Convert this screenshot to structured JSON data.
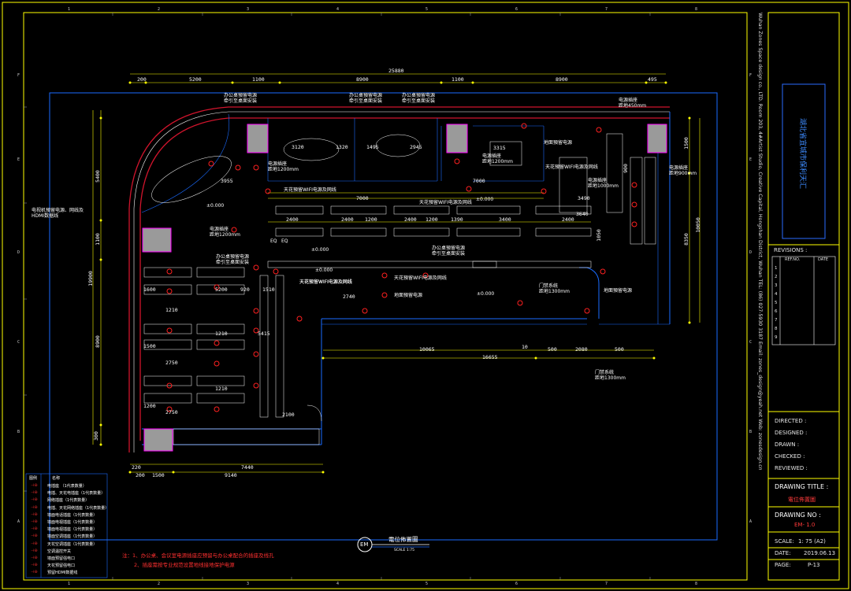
{
  "title_block": {
    "project_name": "湖北省宜城市保利天汇",
    "company_line": "Wuhan Zones Space design co., LTD.   Room 203, 4#Artist Studio, Creative Capital, Hongshan District, Wuhan   TEL: (86) 027-5930 3187   Email: zones_design@yeah.net   Web: zonesdesign.cn",
    "revisions_label": "REVISIONS :",
    "rev_headers": [
      "REF.NO.",
      "DATE"
    ],
    "rev_rows": [
      "1",
      "2",
      "3",
      "4",
      "5",
      "6",
      "7",
      "8",
      "9"
    ],
    "directed_label": "DIRECTED :",
    "designed_label": "DESIGNED :",
    "drawn_label": "DRAWN :",
    "checked_label": "CHECKED :",
    "reviewed_label": "REVIEWED :",
    "drawing_title_label": "DRAWING TITLE :",
    "drawing_title_value": "電位佈置圖",
    "drawing_no_label": "DRAWING NO :",
    "drawing_no_value": "EM- 1.0",
    "scale_label": "SCALE:",
    "scale_value": "1: 75  (A2)",
    "date_label": "DATE:",
    "date_value": "2019.06.13",
    "page_label": "PAGE:",
    "page_value": "P-13"
  },
  "drawing_tag": {
    "code": "EM",
    "name": "電位佈置圖",
    "scale": "SCALE 1:75"
  },
  "grid_numbers": [
    "1",
    "2",
    "3",
    "4",
    "5",
    "6",
    "7",
    "8"
  ],
  "grid_letters": [
    "F",
    "E",
    "D",
    "C",
    "B",
    "A"
  ],
  "dimensions_top": {
    "overall": "25880",
    "segments": [
      "200",
      "5200",
      "1100",
      "8900",
      "1100",
      "8900",
      "495"
    ]
  },
  "dimensions_bottom": {
    "row1": [
      "220",
      "7440"
    ],
    "row2": [
      "200",
      "1500",
      "9140"
    ]
  },
  "dimensions_left": [
    "5400",
    "1100",
    "8900",
    "19900",
    "300"
  ],
  "dimensions_right": [
    "1500",
    "10050",
    "8350",
    "900",
    "1050"
  ],
  "dimensions_interior": [
    "3120",
    "1320",
    "1495",
    "2945",
    "3315",
    "7000",
    "7000",
    "2400",
    "2400",
    "2400",
    "1200",
    "1390",
    "3400",
    "1200",
    "2400",
    "920",
    "1510",
    "2740",
    "10065",
    "16655",
    "10",
    "500",
    "2080",
    "500",
    "3490",
    "3640",
    "3955",
    "2100",
    "5415",
    "5200",
    "1210",
    "1210",
    "1210",
    "2750",
    "2750",
    "1600",
    "1500",
    "1200"
  ],
  "annotations": [
    "办公桌預留电源\n牵引至桌面安装",
    "办公桌預留电源\n牵引至桌面安装",
    "办公桌預留电源\n牵引至桌面安装",
    "电源插座\n距地450mm",
    "电源插座\n距地1200mm",
    "地面預留电源",
    "天花預留WIFI电源及网线",
    "电源插座\n距地1000mm",
    "电源插座\n距地900mm",
    "电视机預留电源、网线及\nHDMI数据线",
    "电源插座\n距地1200mm",
    "天花預留WIFI电源及网线",
    "电源插座\n距地1200mm",
    "天花預留WIFI电源及网线",
    "天花預留WIFI电源及网线",
    "办公桌預留电源\n牵引至桌面安装",
    "办公桌預留电源\n牵引至桌面安装",
    "天花預留WIFI电源及网线",
    "天花預留WIFI电源及网线",
    "地面預留电源",
    "门禁系统\n距地1300mm",
    "地面預留电源",
    "门禁系统\n距地1300mm",
    "±0.000",
    "±0.000",
    "±0.000",
    "±0.000",
    "±0.000",
    "EQ",
    "EQ"
  ],
  "legend": {
    "header": [
      "图例",
      "名称"
    ],
    "items": [
      "电插座 （1代表数量）",
      "电插、天花电插座（1代表数量）",
      "网络插座（1代表数量）",
      "电插、天花网络插座（1代表数量）",
      "墙面电话插座（1代表数量）",
      "墙面电视插座（1代表数量）",
      "墙面电视插座（1代表数量）",
      "墙面空调插座（1代表数量）",
      "天花空调插座（1代表数量）",
      "空调温控开关",
      "墙面预留强电口",
      "天花预留强电口",
      "预留HDMI数据线"
    ]
  },
  "notes": [
    "注：1、办公桌、会议室电源插座应预留与办公桌配合的插座及线孔",
    "2、插座需按专业规范设置地线接地保护电源"
  ],
  "colors": {
    "background": "#000000",
    "frame": "#ffff00",
    "wall": "#1a6bff",
    "wall_red": "#d0142c",
    "dim": "#ffff00",
    "text": "#ffffff",
    "socket": "#ff2020",
    "column_fill": "#b0b0b0",
    "column_border": "#ff00ff"
  }
}
